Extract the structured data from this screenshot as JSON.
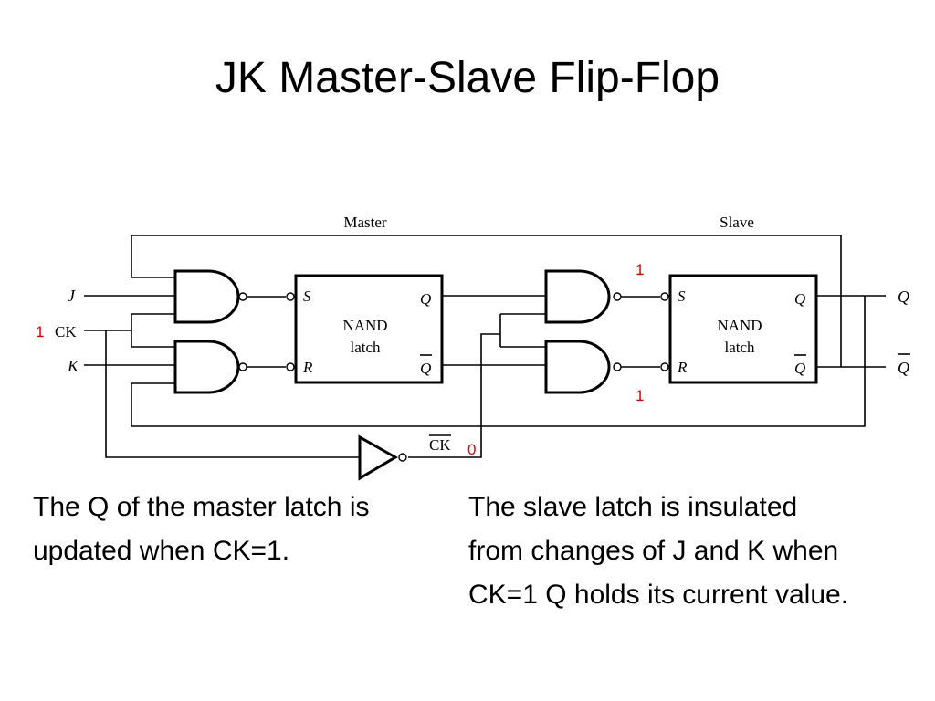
{
  "title": "JK Master-Slave Flip-Flop",
  "diagram": {
    "section_master": "Master",
    "section_slave": "Slave",
    "inputs": {
      "j": "J",
      "ck": "CK",
      "k": "K"
    },
    "master_latch": {
      "set": "S",
      "reset": "R",
      "q": "Q",
      "qbar": "Q",
      "name_line1": "NAND",
      "name_line2": "latch"
    },
    "slave_latch": {
      "set": "S",
      "reset": "R",
      "q": "Q",
      "qbar": "Q",
      "name_line1": "NAND",
      "name_line2": "latch"
    },
    "outputs": {
      "q": "Q",
      "qbar": "Q"
    },
    "ckbar_label": "CK",
    "annotations": {
      "ck_value": "1",
      "slave_set_value": "1",
      "slave_reset_value": "1",
      "ckbar_value": "0"
    },
    "annotation_color": "#e00000"
  },
  "captions": {
    "left": [
      "The Q of the master latch is",
      "updated when CK=1."
    ],
    "right": [
      "The slave latch is insulated",
      "from changes of J and K when",
      "CK=1 Q holds its current value."
    ]
  }
}
